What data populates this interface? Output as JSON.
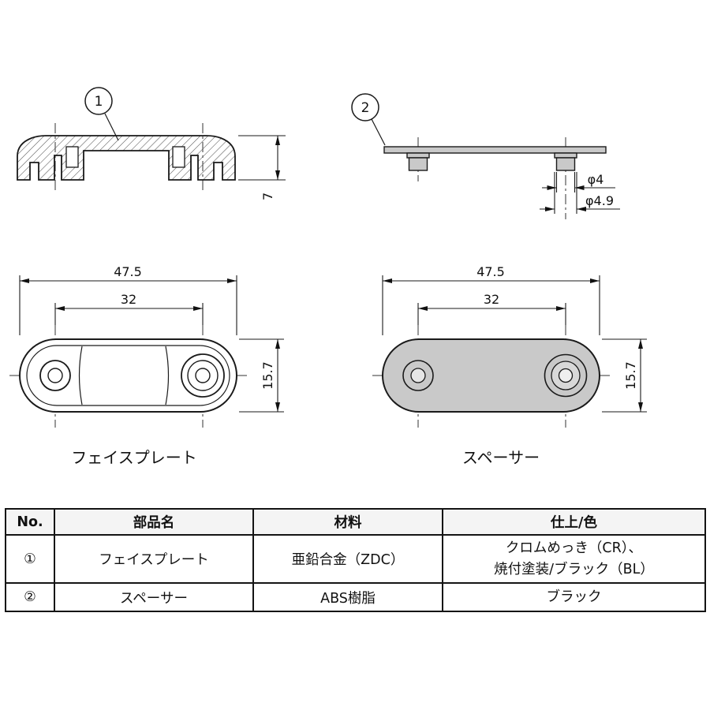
{
  "drawing": {
    "callout_1": "1",
    "callout_2": "2",
    "faceplate": {
      "label": "フェイスプレート",
      "side_height": "7",
      "top_width": "47.5",
      "hole_spacing": "32",
      "top_height": "15.7"
    },
    "spacer": {
      "label": "スペーサー",
      "boss_inner_dia": "φ4",
      "boss_outer_dia": "φ4.9",
      "top_width": "47.5",
      "hole_spacing": "32",
      "top_height": "15.7"
    }
  },
  "colors": {
    "line": "#1a1a1a",
    "spacer_fill": "#c9c9c9"
  },
  "table": {
    "headers": [
      "No.",
      "部品名",
      "材料",
      "仕上/色"
    ],
    "rows": [
      {
        "no": "①",
        "name": "フェイスプレート",
        "material": "亜鉛合金（ZDC）",
        "finish": "クロムめっき（CR）、\n焼付塗装/ブラック（BL）"
      },
      {
        "no": "②",
        "name": "スペーサー",
        "material": "ABS樹脂",
        "finish": "ブラック"
      }
    ]
  }
}
